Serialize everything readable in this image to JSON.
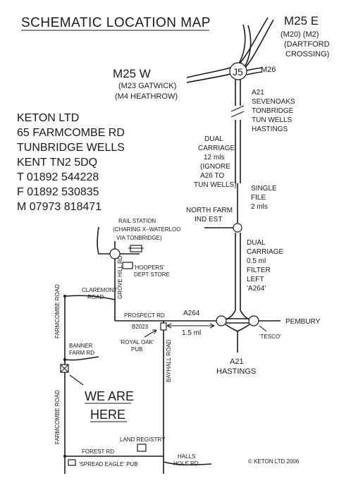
{
  "title": "SCHEMATIC LOCATION MAP",
  "address": {
    "line1": "KETON LTD",
    "line2": "65 FARMCOMBE RD",
    "line3": "TUNBRIDGE WELLS",
    "line4": "KENT TN2 5DQ",
    "phone": "T 01892 544228",
    "fax": "F 01892 530835",
    "mobile": "M 07973 818471"
  },
  "motorways": {
    "m25_east": {
      "name": "M25 E",
      "sub1": "(M20) (M2)",
      "sub2": "(DARTFORD",
      "sub3": "CROSSING)"
    },
    "m25_west": {
      "name": "M25 W",
      "sub1": "(M23 GATWICK)",
      "sub2": "(M4 HEATHROW)"
    },
    "junction": "J5",
    "m26": "M26"
  },
  "a21_north": {
    "l1": "A21",
    "l2": "SEVENOAKS",
    "l3": "TONBRIDGE",
    "l4": "TUN WELLS",
    "l5": "HASTINGS"
  },
  "dual_carriage_1": {
    "l1": "DUAL",
    "l2": "CARRIAGE",
    "l3": "12 mls",
    "l4": "(IGNORE",
    "l5": "A26 TO",
    "l6": "TUN WELLS)"
  },
  "single_file": {
    "l1": "SINGLE",
    "l2": "FILE",
    "l3": "2 mls"
  },
  "north_farm": {
    "l1": "NORTH FARM",
    "l2": "IND EST"
  },
  "dual_carriage_2": {
    "l1": "DUAL",
    "l2": "CARRIAGE",
    "l3": "0.5 ml",
    "l4": "FILTER",
    "l5": "LEFT",
    "l6": "'A264'"
  },
  "rail_station": {
    "l1": "RAIL STATION",
    "l2": "(CHARING X–WATERLOO",
    "l3": "VIA TONBRIDGE)"
  },
  "hoopers": {
    "l1": "'HOOPERS'",
    "l2": "DEPT STORE"
  },
  "grove_hill": "GROVE HILL RD",
  "claremont": {
    "l1": "CLAREMONT",
    "l2": "ROAD"
  },
  "prospect": {
    "l1": "PROSPECT RD",
    "l2": "B2023"
  },
  "a264": "A264",
  "distance_15": "1.5 ml",
  "pembury": "PEMBURY",
  "tesco": "'TESCO'",
  "a21_south": {
    "l1": "A21",
    "l2": "HASTINGS"
  },
  "royal_oak": {
    "l1": "'ROYAL OAK'",
    "l2": "PUB"
  },
  "bayhall": "BAYHALL ROAD",
  "farmcombe_upper": "FARMCOMBE ROAD",
  "farmcombe_lower": "FARMCOMBE ROAD",
  "banner_farm": {
    "l1": "BANNER",
    "l2": "FARM RD"
  },
  "we_are_here": {
    "l1": "WE ARE",
    "l2": "HERE"
  },
  "land_registry": "LAND REGISTRY",
  "forest_rd": "FOREST RD",
  "halls_hole": {
    "l1": "HALLS",
    "l2": "HOLE RD"
  },
  "spread_eagle": "'SPREAD EAGLE' PUB",
  "copyright": "© KETON LTD 2006"
}
